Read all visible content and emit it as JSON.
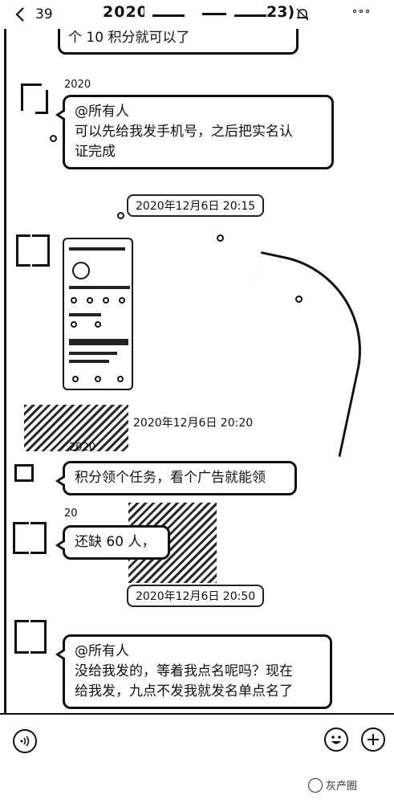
{
  "header": {
    "back_count": "39",
    "title_prefix": "2020",
    "title_suffix": "23)"
  },
  "chat": {
    "top_bubble_text": "个 10 积分就可以了",
    "messages": [
      {
        "sender_name": "2020",
        "lines": [
          "@所有人",
          "可以先给我发手机号，之后把实名认",
          "证完成"
        ]
      },
      {
        "sender_name": "",
        "lines": [
          "积分领个任务，看个广告就能领"
        ]
      },
      {
        "sender_name": "",
        "lines": [
          "还缺 60 人，"
        ]
      },
      {
        "sender_name": "",
        "lines": [
          "@所有人",
          "没给我发的，等着我点名呢吗？现在",
          "给我发，九点不发我就发名单点名了"
        ]
      }
    ],
    "timestamps": [
      "2020年12月6日 20:15",
      "2020年12月6日 20:20",
      "2020年12月6日 20:50"
    ],
    "fragment_labels": [
      "2020",
      "20"
    ]
  },
  "bottom": {
    "watermark": "灰产圈"
  }
}
